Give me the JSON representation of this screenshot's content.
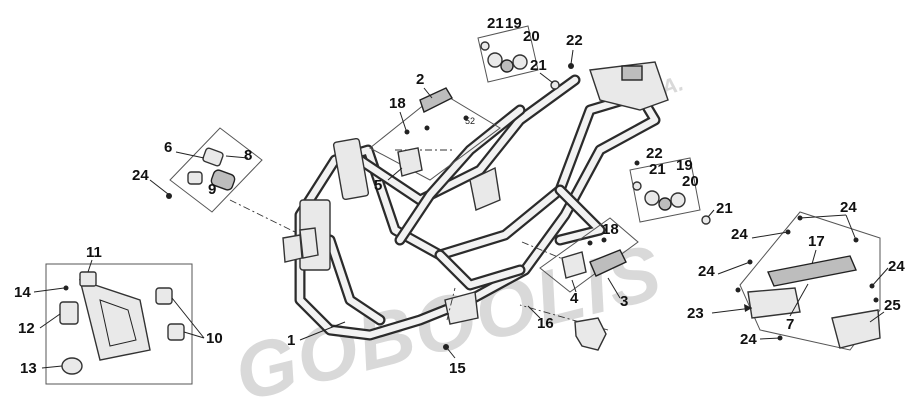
{
  "watermark": {
    "text": "GOBOOLIS",
    "suffix": "A."
  },
  "labels": {
    "l1": "1",
    "l2": "2",
    "l3": "3",
    "l4": "4",
    "l5": "5",
    "l6": "6",
    "l7": "7",
    "l8": "8",
    "l9": "9",
    "l10": "10",
    "l11": "11",
    "l12": "12",
    "l13": "13",
    "l14": "14",
    "l15": "15",
    "l16": "16",
    "l17": "17",
    "l18a": "18",
    "l18b": "18",
    "l19a": "19",
    "l19b": "19",
    "l20a": "20",
    "l20b": "20",
    "l21a": "21",
    "l21b": "21",
    "l21c": "21",
    "l21d": "21",
    "l22a": "22",
    "l22b": "22",
    "l23": "23",
    "l24a": "24",
    "l24b": "24",
    "l24c": "24",
    "l24d": "24",
    "l24e": "24",
    "l24f": "24",
    "l25": "25",
    "l52": "52"
  }
}
